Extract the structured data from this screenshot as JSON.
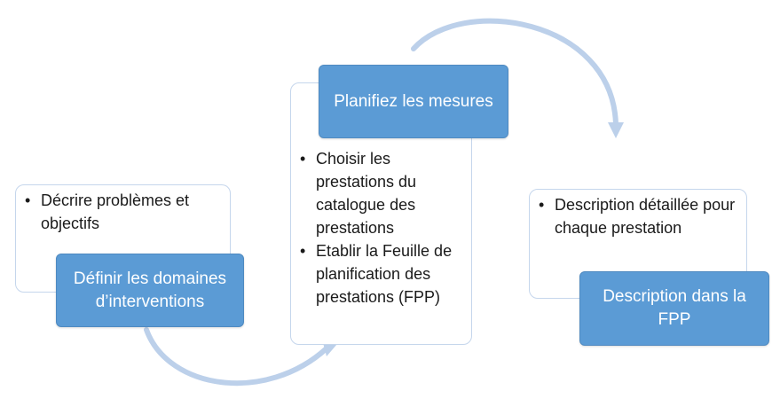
{
  "steps": [
    {
      "title": "Définir les domaines d’interventions",
      "items": [
        "Décrire problèmes et objectifs"
      ]
    },
    {
      "title": "Planifiez les mesures",
      "items": [
        "Choisir les prestations du catalogue des prestations",
        "Etablir la Feuille de planification des prestations (FPP)"
      ]
    },
    {
      "title": "Description dans la FPP",
      "items": [
        "Description détaillée pour chaque prestation"
      ]
    }
  ],
  "colors": {
    "title_fill": "#5b9bd5",
    "title_text": "#ffffff",
    "detail_border": "#c5d6ec",
    "arrow": "#bcd0ea"
  }
}
